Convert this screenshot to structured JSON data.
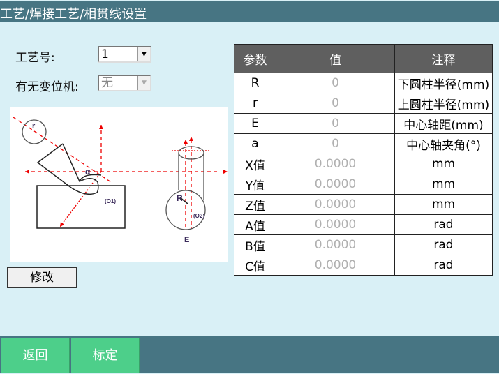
{
  "title": "工艺/焊接工艺/相贯线设置",
  "form": {
    "process_label": "工艺号:",
    "process_value": "1",
    "positioner_label": "有无变位机:",
    "positioner_value": "无"
  },
  "diagram": {
    "labels": [
      "r",
      "α",
      "(O1)",
      "R",
      "(O2)",
      "E"
    ]
  },
  "modify_label": "修改",
  "table": {
    "headers": [
      "参数",
      "值",
      "注释"
    ],
    "rows": [
      [
        "R",
        "0",
        "下圆柱半径(mm)"
      ],
      [
        "r",
        "0",
        "上圆柱半径(mm)"
      ],
      [
        "E",
        "0",
        "中心轴距(mm)"
      ],
      [
        "a",
        "0",
        "中心轴夹角(°)"
      ],
      [
        "X值",
        "0.0000",
        "mm"
      ],
      [
        "Y值",
        "0.0000",
        "mm"
      ],
      [
        "Z值",
        "0.0000",
        "mm"
      ],
      [
        "A值",
        "0.0000",
        "rad"
      ],
      [
        "B值",
        "0.0000",
        "rad"
      ],
      [
        "C值",
        "0.0000",
        "rad"
      ]
    ]
  },
  "footer": {
    "back": "返回",
    "calibrate": "标定"
  }
}
